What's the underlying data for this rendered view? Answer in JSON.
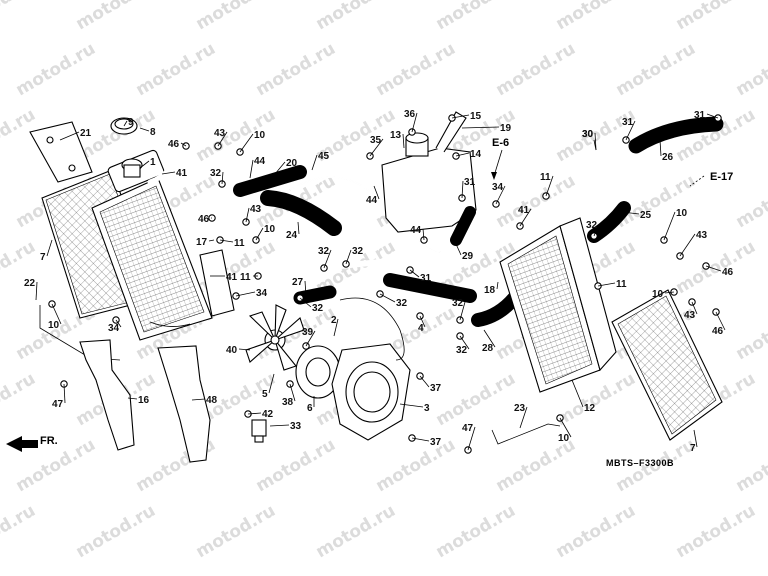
{
  "diagram": {
    "watermark": "motod.ru",
    "diagram_code": "MBTS–F3300B",
    "front_indicator": "FR.",
    "refs": [
      "E-6",
      "E-17"
    ],
    "callouts": [
      {
        "id": "c1",
        "text": "1"
      },
      {
        "id": "c2",
        "text": "2"
      },
      {
        "id": "c3",
        "text": "3"
      },
      {
        "id": "c4",
        "text": "4"
      },
      {
        "id": "c5",
        "text": "5"
      },
      {
        "id": "c6",
        "text": "6"
      },
      {
        "id": "c7a",
        "text": "7"
      },
      {
        "id": "c7b",
        "text": "7"
      },
      {
        "id": "c8",
        "text": "8"
      },
      {
        "id": "c9",
        "text": "9"
      },
      {
        "id": "c10a",
        "text": "10"
      },
      {
        "id": "c10b",
        "text": "10"
      },
      {
        "id": "c10c",
        "text": "10"
      },
      {
        "id": "c10d",
        "text": "10"
      },
      {
        "id": "c10e",
        "text": "10"
      },
      {
        "id": "c10f",
        "text": "10"
      },
      {
        "id": "c11a",
        "text": "11"
      },
      {
        "id": "c11b",
        "text": "11"
      },
      {
        "id": "c11c",
        "text": "11"
      },
      {
        "id": "c11d",
        "text": "11"
      },
      {
        "id": "c12",
        "text": "12"
      },
      {
        "id": "c13",
        "text": "13"
      },
      {
        "id": "c14",
        "text": "14"
      },
      {
        "id": "c15",
        "text": "15"
      },
      {
        "id": "c16",
        "text": "16"
      },
      {
        "id": "c17",
        "text": "17"
      },
      {
        "id": "c18",
        "text": "18"
      },
      {
        "id": "c19",
        "text": "19"
      },
      {
        "id": "c20",
        "text": "20"
      },
      {
        "id": "c21",
        "text": "21"
      },
      {
        "id": "c22",
        "text": "22"
      },
      {
        "id": "c23",
        "text": "23"
      },
      {
        "id": "c24",
        "text": "24"
      },
      {
        "id": "c25",
        "text": "25"
      },
      {
        "id": "c26",
        "text": "26"
      },
      {
        "id": "c27",
        "text": "27"
      },
      {
        "id": "c28",
        "text": "28"
      },
      {
        "id": "c29",
        "text": "29"
      },
      {
        "id": "c30",
        "text": "30"
      },
      {
        "id": "c31a",
        "text": "31"
      },
      {
        "id": "c31b",
        "text": "31"
      },
      {
        "id": "c31c",
        "text": "31"
      },
      {
        "id": "c31d",
        "text": "31"
      },
      {
        "id": "c32a",
        "text": "32"
      },
      {
        "id": "c32b",
        "text": "32"
      },
      {
        "id": "c32c",
        "text": "32"
      },
      {
        "id": "c32d",
        "text": "32"
      },
      {
        "id": "c32e",
        "text": "32"
      },
      {
        "id": "c32f",
        "text": "32"
      },
      {
        "id": "c32g",
        "text": "32"
      },
      {
        "id": "c32h",
        "text": "32"
      },
      {
        "id": "c33",
        "text": "33"
      },
      {
        "id": "c34a",
        "text": "34"
      },
      {
        "id": "c34b",
        "text": "34"
      },
      {
        "id": "c34c",
        "text": "34"
      },
      {
        "id": "c35",
        "text": "35"
      },
      {
        "id": "c36",
        "text": "36"
      },
      {
        "id": "c37a",
        "text": "37"
      },
      {
        "id": "c37b",
        "text": "37"
      },
      {
        "id": "c38",
        "text": "38"
      },
      {
        "id": "c39",
        "text": "39"
      },
      {
        "id": "c40",
        "text": "40"
      },
      {
        "id": "c41a",
        "text": "41"
      },
      {
        "id": "c41b",
        "text": "41"
      },
      {
        "id": "c41c",
        "text": "41"
      },
      {
        "id": "c42",
        "text": "42"
      },
      {
        "id": "c43a",
        "text": "43"
      },
      {
        "id": "c43b",
        "text": "43"
      },
      {
        "id": "c43c",
        "text": "43"
      },
      {
        "id": "c43d",
        "text": "43"
      },
      {
        "id": "c44a",
        "text": "44"
      },
      {
        "id": "c44b",
        "text": "44"
      },
      {
        "id": "c44c",
        "text": "44"
      },
      {
        "id": "c45",
        "text": "45"
      },
      {
        "id": "c46a",
        "text": "46"
      },
      {
        "id": "c46b",
        "text": "46"
      },
      {
        "id": "c46c",
        "text": "46"
      },
      {
        "id": "c46d",
        "text": "46"
      },
      {
        "id": "c47a",
        "text": "47"
      },
      {
        "id": "c47b",
        "text": "47"
      },
      {
        "id": "c48",
        "text": "48"
      }
    ]
  }
}
